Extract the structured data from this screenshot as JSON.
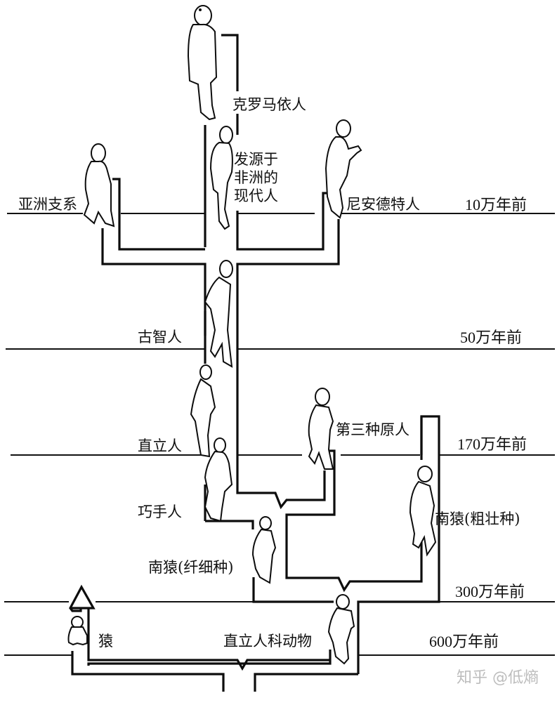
{
  "diagram": {
    "title": "",
    "type": "human-evolution-tree",
    "time_markers": [
      {
        "id": "t10",
        "label": "10万年前"
      },
      {
        "id": "t50",
        "label": "50万年前"
      },
      {
        "id": "t170",
        "label": "170万年前"
      },
      {
        "id": "t300",
        "label": "300万年前"
      },
      {
        "id": "t600",
        "label": "600万年前"
      }
    ],
    "species": {
      "cro_magnon": "克罗马依人",
      "african_modern": "发源于\n非洲的\n现代人",
      "asian_branch": "亚洲支系",
      "neanderthal": "尼安德特人",
      "archaic_sapiens": "古智人",
      "homo_erectus": "直立人",
      "third_homo": "第三种原人",
      "homo_habilis": "巧手人",
      "australopithecus_robust": "南猿(粗壮种)",
      "australopithecus_gracile": "南猿(纤细种)",
      "ape": "猿",
      "hominid": "直立人科动物"
    },
    "watermark": "知乎 @低熵"
  }
}
